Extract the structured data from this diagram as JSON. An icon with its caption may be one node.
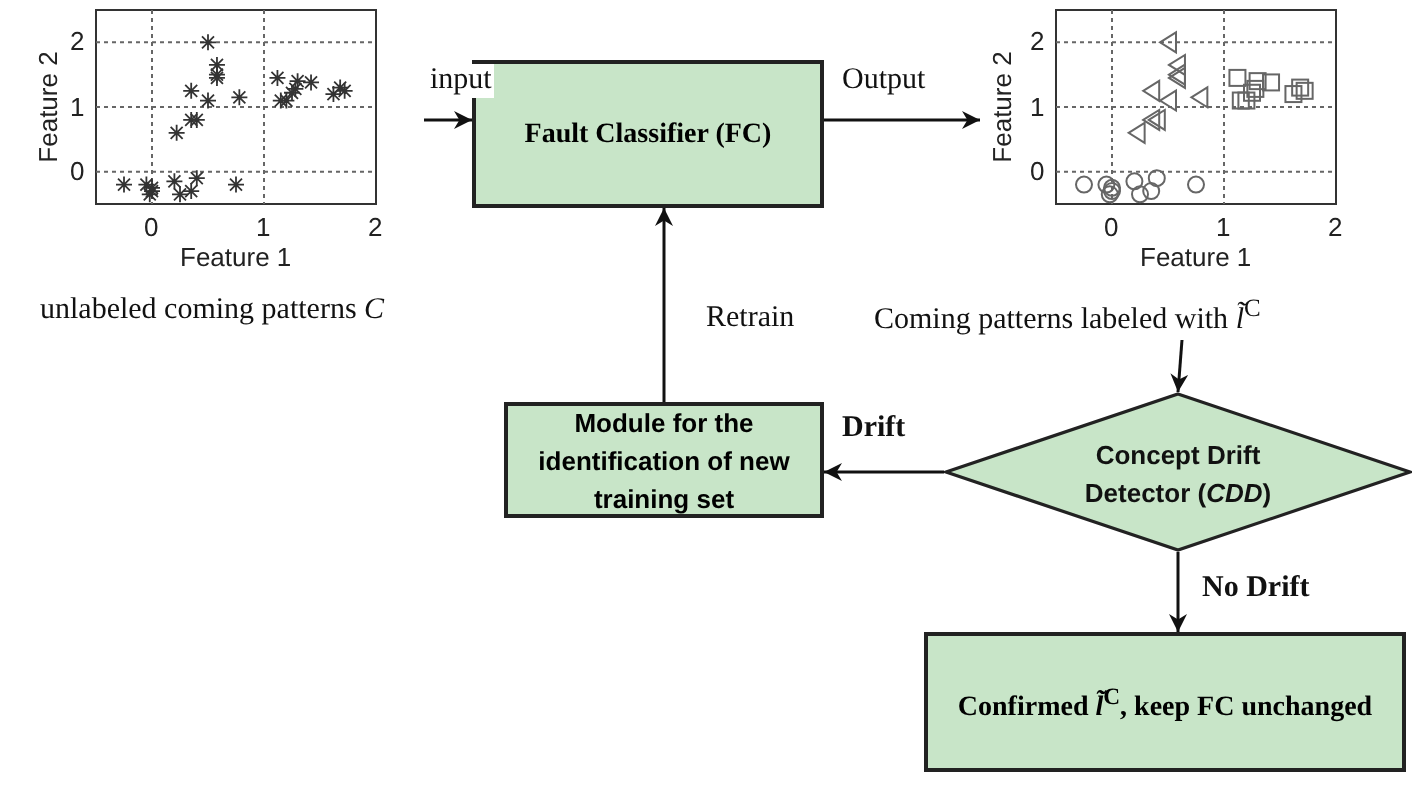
{
  "diagram": {
    "nodes": [
      {
        "text": [],
        "shape": "picture",
        "beside": [
          "unlabeled coming patterns *C*"
        ]
      },
      {
        "text": [
          "Fault Classifier (FC)"
        ]
      },
      {
        "text": [],
        "shape": "picture",
        "beside": [
          "Coming patterns labeled with *l̃*$^{C}$"
        ]
      },
      {
        "text": [
          "Concept Drift Detector (*CDD*)"
        ]
      },
      {
        "text": [
          "Module for the identification of new training set"
        ]
      },
      {
        "text": [
          "Confirmed *l̃*$^{C}$, keep FC unchanged"
        ]
      }
    ],
    "edges": [
      {
        "from": 0,
        "to": 1,
        "arrow": "to",
        "label": "input"
      },
      {
        "from": 1,
        "to": 2,
        "arrow": "to",
        "label": "Output"
      },
      {
        "from": 2,
        "to": 3,
        "arrow": "to"
      },
      {
        "from": 3,
        "to": 4,
        "arrow": "to",
        "label": "Drift"
      },
      {
        "from": 4,
        "to": 1,
        "arrow": "to",
        "label": "Retrain"
      },
      {
        "from": 3,
        "to": 5,
        "arrow": "to",
        "label": "No Drift"
      }
    ],
    "labels": [
      "2",
      "1",
      "0",
      "Feature 2",
      "0",
      "1",
      "2",
      "Feature 1",
      "2",
      "1",
      "0",
      "Feature 2",
      "0",
      "1",
      "2",
      "Feature 1"
    ]
  }
}
